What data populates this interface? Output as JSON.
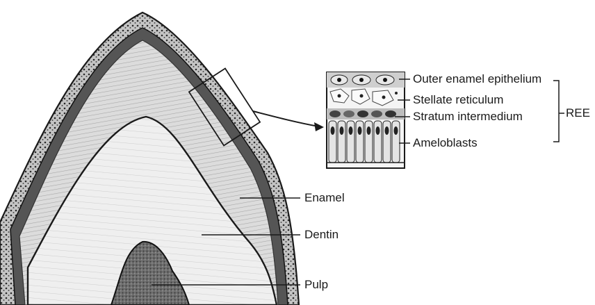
{
  "labels": {
    "outer_enamel_epithelium": "Outer enamel epithelium",
    "stellate_reticulum": "Stellate reticulum",
    "stratum_intermedium": "Stratum intermedium",
    "ameloblasts": "Ameloblasts",
    "ree": "REE",
    "enamel": "Enamel",
    "dentin": "Dentin",
    "pulp": "Pulp"
  },
  "colors": {
    "ink": "#1a1a1a",
    "enamel_fill": "#d6d6d6",
    "dentin_fill": "#ececec",
    "pulp_fill": "#7a7a7a",
    "epithelium_fill": "#bdbdbd",
    "background": "#ffffff"
  }
}
